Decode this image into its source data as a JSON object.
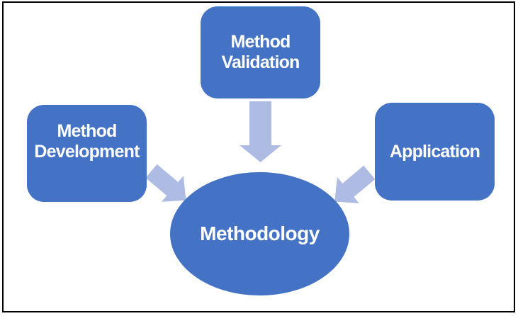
{
  "diagram": {
    "type": "converging-radial",
    "center": {
      "label": "Methodology"
    },
    "nodes": {
      "validation": {
        "label": "Method Validation"
      },
      "development": {
        "label": "Method Development"
      },
      "application": {
        "label": "Application"
      }
    },
    "arrows": [
      {
        "from": "Method Validation",
        "to": "Methodology",
        "direction": "down"
      },
      {
        "from": "Method Development",
        "to": "Methodology",
        "direction": "down-right"
      },
      {
        "from": "Application",
        "to": "Methodology",
        "direction": "down-left"
      }
    ],
    "colors": {
      "node_fill": "#4472C4",
      "arrow_fill": "#AEBCE4",
      "label_text": "#FFFFFF",
      "frame_border": "#000000",
      "background": "#FFFFFF"
    }
  }
}
